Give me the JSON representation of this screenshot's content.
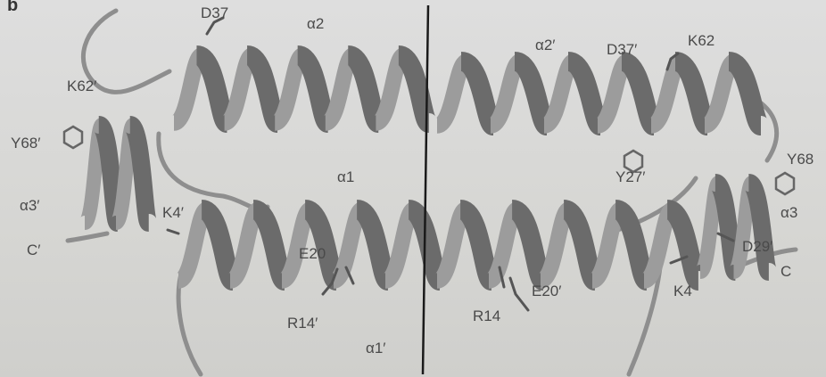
{
  "panel_letter": "b",
  "labels": {
    "d37": "D37",
    "alpha2": "α2",
    "alpha2p": "α2′",
    "d37p": "D37′",
    "k62": "K62",
    "k62p": "K62′",
    "y68p": "Y68′",
    "y68": "Y68",
    "y27p": "Y27′",
    "alpha3p": "α3′",
    "alpha3": "α3",
    "k4p": "K4′",
    "alpha1": "α1",
    "cp": "C′",
    "e20": "E20",
    "d29p": "D29′",
    "c": "C",
    "r14p": "R14′",
    "r14": "R14",
    "e20p": "E20′",
    "k4": "K4",
    "alpha1p": "α1′"
  },
  "colors": {
    "background": "#dadad7",
    "ribbon_dark": "#6b6b6b",
    "ribbon_light": "#9c9c9c",
    "label": "#4a4a4a",
    "axis_line": "#1a1a1a"
  }
}
